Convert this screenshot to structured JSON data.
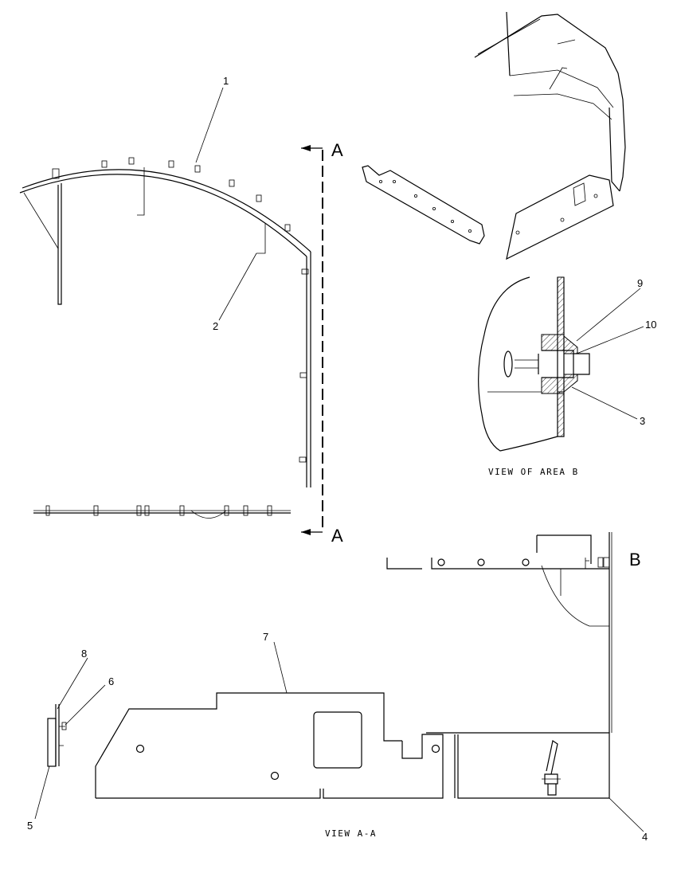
{
  "callouts": {
    "c1": "1",
    "c2": "2",
    "c3": "3",
    "c4": "4",
    "c5": "5",
    "c6": "6",
    "c7": "7",
    "c8": "8",
    "c9": "9",
    "c10": "10"
  },
  "section_marks": {
    "top": "A",
    "bottom": "A",
    "area": "B"
  },
  "captions": {
    "view_area_b": "VIEW OF AREA B",
    "view_a_a": "VIEW A-A"
  }
}
